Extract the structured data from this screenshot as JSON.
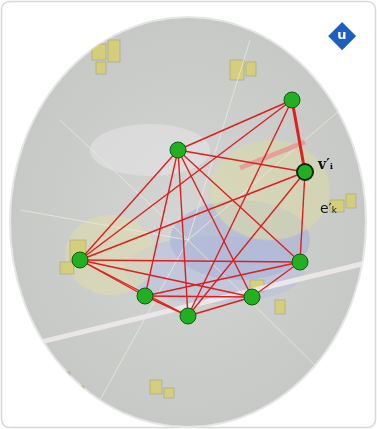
{
  "diagram": {
    "nodes": [
      {
        "text": [
          "u"
        ]
      }
    ],
    "labels": [
      "v′ᵢ",
      "e′ₖ"
    ]
  }
}
